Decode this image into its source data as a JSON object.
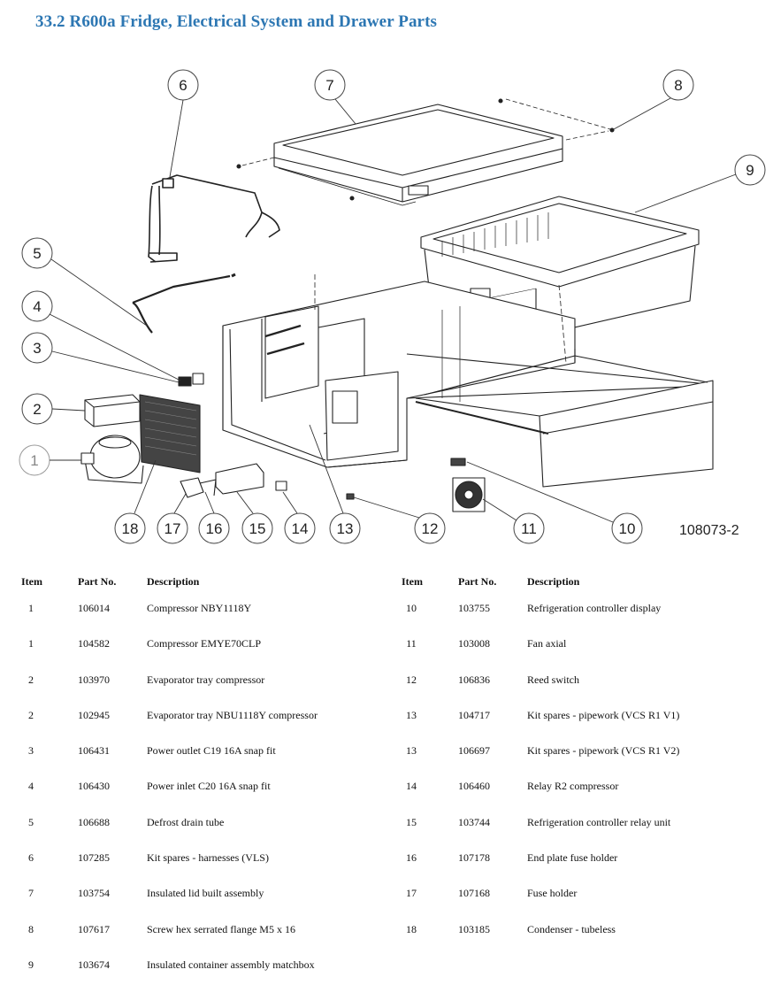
{
  "title": "33.2 R600a Fridge, Electrical System and Drawer Parts",
  "drawing_number": "108073-2",
  "callouts": [
    "1",
    "2",
    "3",
    "4",
    "5",
    "6",
    "7",
    "8",
    "9",
    "10",
    "11",
    "12",
    "13",
    "14",
    "15",
    "16",
    "17",
    "18"
  ],
  "table_headers": {
    "item": "Item",
    "part_no": "Part No.",
    "description": "Description"
  },
  "parts_left": [
    {
      "item": "1",
      "part_no": "106014",
      "description": "Compressor NBY1118Y"
    },
    {
      "item": "1",
      "part_no": "104582",
      "description": "Compressor EMYE70CLP"
    },
    {
      "item": "2",
      "part_no": "103970",
      "description": "Evaporator tray compressor"
    },
    {
      "item": "2",
      "part_no": "102945",
      "description": "Evaporator tray NBU1118Y compressor"
    },
    {
      "item": "3",
      "part_no": "106431",
      "description": "Power outlet C19 16A snap fit"
    },
    {
      "item": "4",
      "part_no": "106430",
      "description": "Power inlet C20 16A snap fit"
    },
    {
      "item": "5",
      "part_no": "106688",
      "description": "Defrost drain tube"
    },
    {
      "item": "6",
      "part_no": "107285",
      "description": "Kit spares - harnesses (VLS)"
    },
    {
      "item": "7",
      "part_no": "103754",
      "description": "Insulated lid built assembly"
    },
    {
      "item": "8",
      "part_no": "107617",
      "description": "Screw hex serrated flange M5 x 16"
    },
    {
      "item": "9",
      "part_no": "103674",
      "description": "Insulated container assembly matchbox"
    }
  ],
  "parts_right": [
    {
      "item": "10",
      "part_no": "103755",
      "description": "Refrigeration controller display"
    },
    {
      "item": "11",
      "part_no": "103008",
      "description": "Fan axial"
    },
    {
      "item": "12",
      "part_no": "106836",
      "description": "Reed switch"
    },
    {
      "item": "13",
      "part_no": "104717",
      "description": "Kit spares - pipework (VCS R1 V1)"
    },
    {
      "item": "13",
      "part_no": "106697",
      "description": "Kit spares - pipework (VCS R1 V2)"
    },
    {
      "item": "14",
      "part_no": "106460",
      "description": "Relay R2 compressor"
    },
    {
      "item": "15",
      "part_no": "103744",
      "description": "Refrigeration controller relay unit"
    },
    {
      "item": "16",
      "part_no": "107178",
      "description": "End plate fuse holder"
    },
    {
      "item": "17",
      "part_no": "107168",
      "description": "Fuse holder"
    },
    {
      "item": "18",
      "part_no": "103185",
      "description": "Condenser - tubeless"
    }
  ]
}
